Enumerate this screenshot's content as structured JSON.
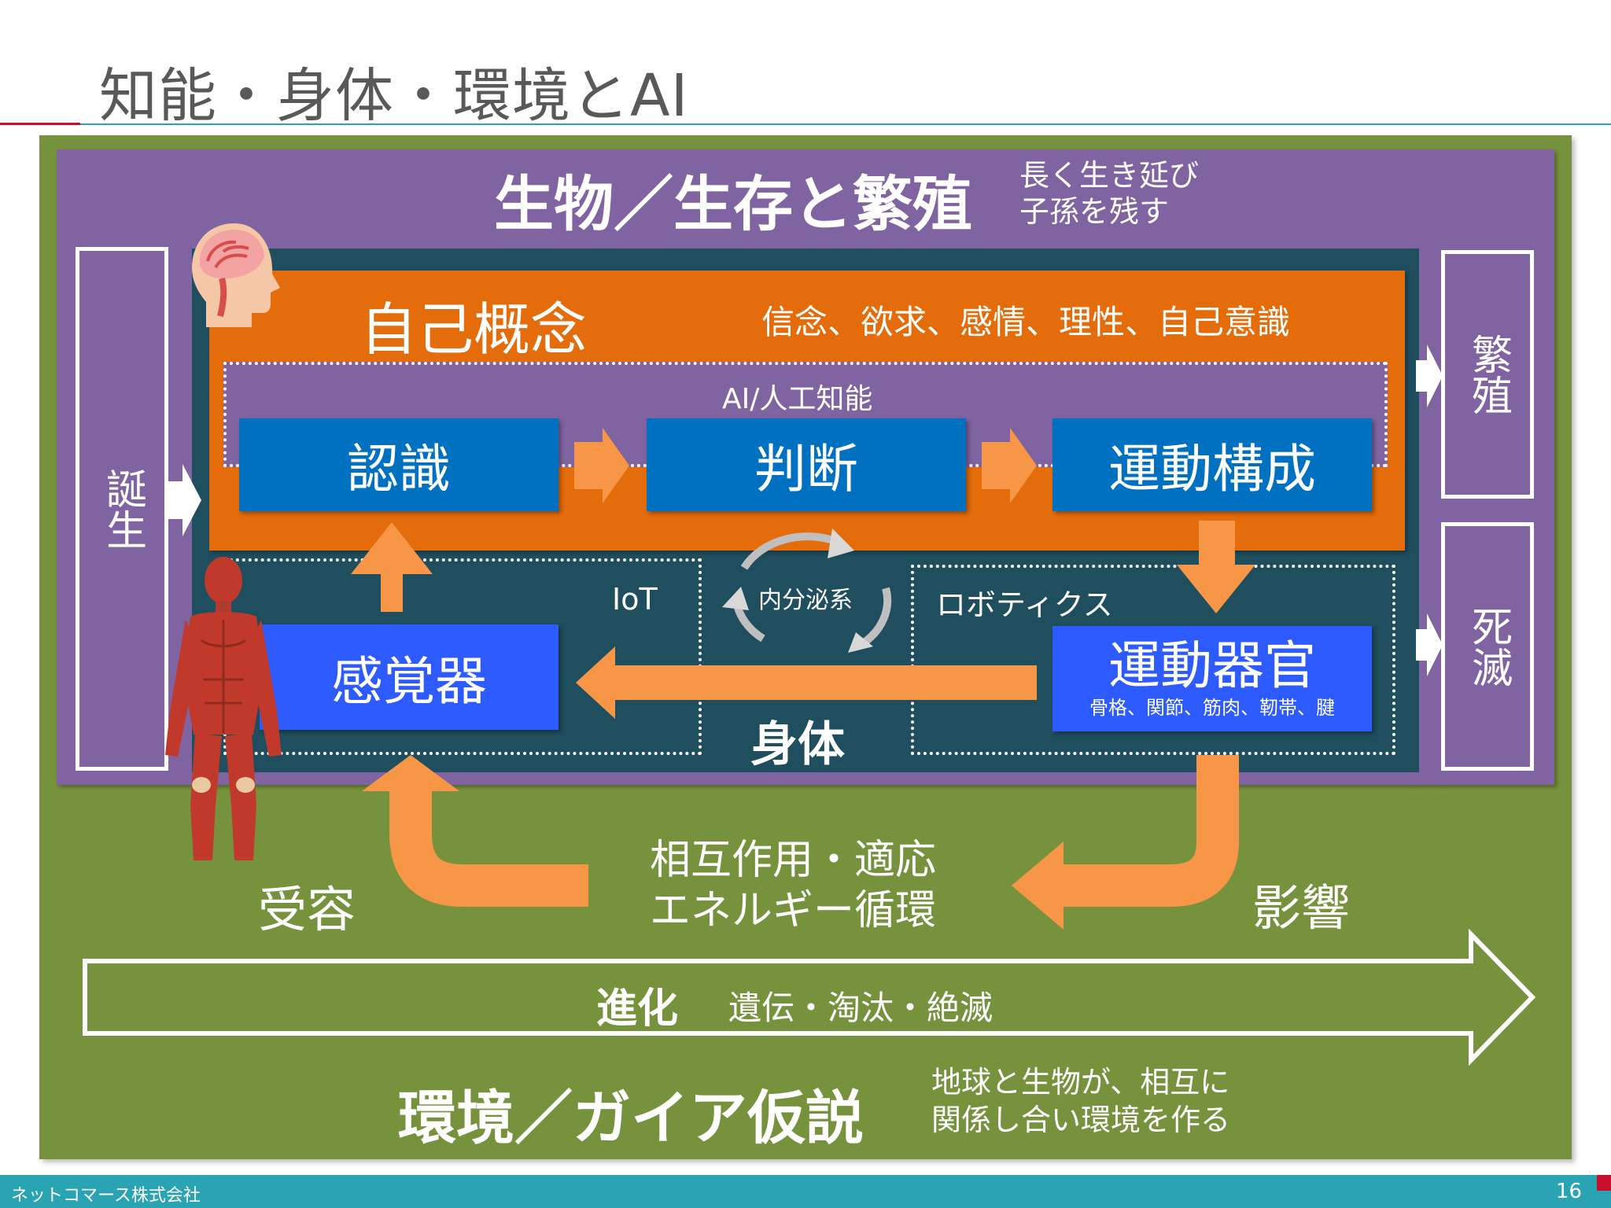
{
  "slide": {
    "title": "知能・身体・環境とAI",
    "company": "ネットコマース株式会社",
    "page_number": "16"
  },
  "organism": {
    "title": "生物／生存と繁殖",
    "note_line1": "長く生き延び",
    "note_line2": "子孫を残す"
  },
  "side": {
    "birth": "誕生",
    "reproduction": "繁殖",
    "death": "死滅"
  },
  "self_concept": {
    "title": "自己概念",
    "items": "信念、欲求、感情、理性、自己意識"
  },
  "ai": {
    "label": "AI/人工知能",
    "recognition": "認識",
    "judgment": "判断",
    "motor_planning": "運動構成"
  },
  "body": {
    "label": "身体",
    "iot_label": "IoT",
    "robotics_label": "ロボティクス",
    "sensor": "感覚器",
    "motor_organs": "運動器官",
    "motor_organs_detail": "骨格、関節、筋肉、靭帯、腱",
    "endocrine": "内分泌系"
  },
  "environment": {
    "reception": "受容",
    "influence": "影響",
    "interaction_line1": "相互作用・適応",
    "interaction_line2": "エネルギー循環",
    "evolution_title": "進化",
    "evolution_items": "遺伝・淘汰・絶滅",
    "title": "環境／ガイア仮説",
    "note_line1": "地球と生物が、相互に",
    "note_line2": "関係し合い環境を作る"
  },
  "colors": {
    "environment": "#76923c",
    "organism": "#8064a2",
    "body": "#1f4e5f",
    "self_concept": "#e46c0a",
    "ai_block": "#0070c0",
    "arrow": "#f79646",
    "accent_red": "#c8102e",
    "accent_teal": "#2aa3b2"
  },
  "icons": {
    "brain": "brain-head-icon",
    "anatomy": "human-anatomy-icon",
    "cycle": "cycle-arrows-icon"
  }
}
